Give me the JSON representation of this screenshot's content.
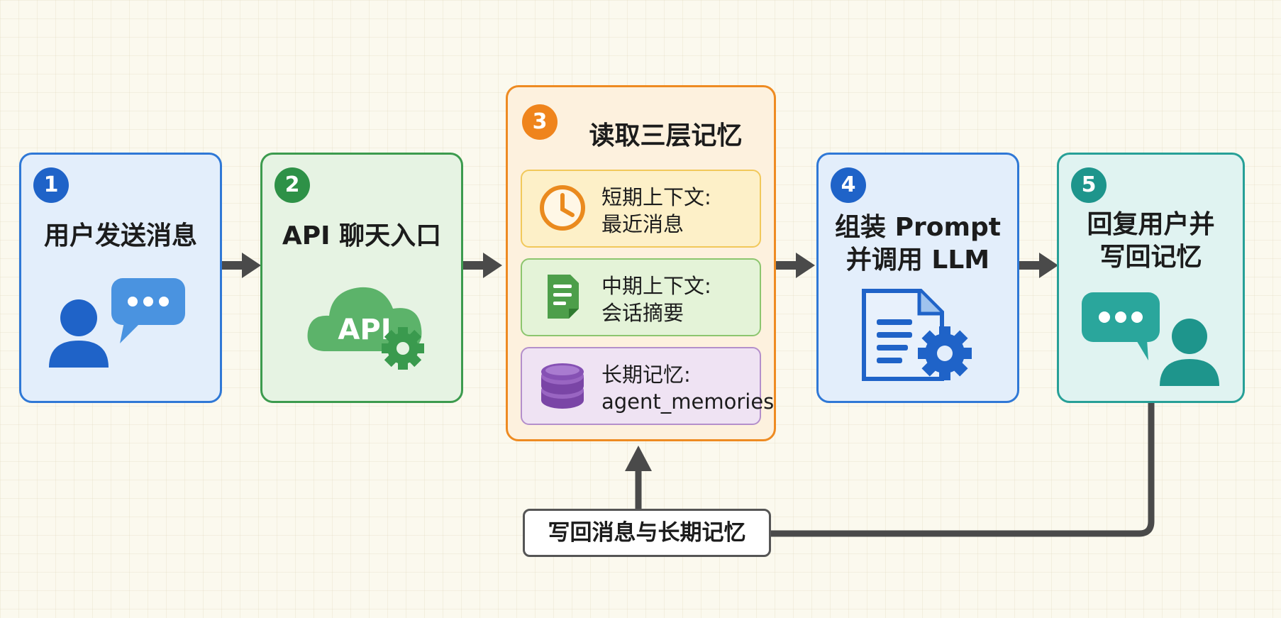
{
  "steps": [
    {
      "number": "1",
      "title": "用户发送消息",
      "icon": "user-chat-icon"
    },
    {
      "number": "2",
      "title": "API 聊天入口",
      "icon": "api-cloud-gear-icon",
      "icon_text": "API"
    },
    {
      "number": "3",
      "title": "读取三层记忆"
    },
    {
      "number": "4",
      "title_line1": "组装 Prompt",
      "title_line2": "并调用 LLM",
      "icon": "document-gear-icon"
    },
    {
      "number": "5",
      "title_line1": "回复用户并",
      "title_line2": "写回记忆",
      "icon": "chat-user-icon"
    }
  ],
  "memory_layers": [
    {
      "line1": "短期上下文:",
      "line2": "最近消息",
      "icon": "clock-icon"
    },
    {
      "line1": "中期上下文:",
      "line2": "会话摘要",
      "icon": "summary-doc-icon"
    },
    {
      "line1": "长期记忆:",
      "line2": "agent_memories",
      "icon": "database-icon"
    }
  ],
  "feedback_label": "写回消息与长期记忆",
  "colors": {
    "blue": "#2a6fcf",
    "green": "#3a9a50",
    "orange": "#ef8a1f",
    "teal": "#219b93",
    "purple": "#8a5ab3",
    "arrow": "#4a4a4a"
  }
}
